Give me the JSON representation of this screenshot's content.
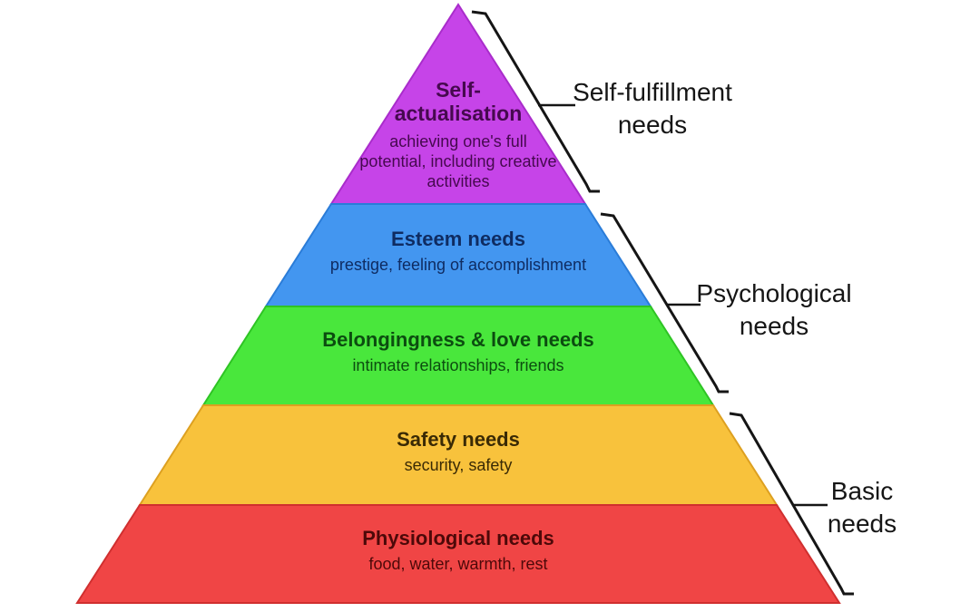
{
  "background": "#ffffff",
  "bracket_color": "#151515",
  "pyramid": {
    "levels": [
      {
        "name": "self-actualisation",
        "title": "Self-actualisation",
        "subtitle": "achieving one's full potential, including creative activities",
        "color": "#c644e8",
        "stroke": "#a92ccb",
        "text_color": "#46094f"
      },
      {
        "name": "esteem",
        "title": "Esteem needs",
        "subtitle": "prestige, feeling of accomplishment",
        "color": "#4396f0",
        "stroke": "#2a7cd8",
        "text_color": "#0f2c62"
      },
      {
        "name": "belongingness-love",
        "title": "Belongingness & love needs",
        "subtitle": "intimate relationships, friends",
        "color": "#49e73c",
        "stroke": "#2ec424",
        "text_color": "#0c4d10"
      },
      {
        "name": "safety",
        "title": "Safety needs",
        "subtitle": "security, safety",
        "color": "#f8c23c",
        "stroke": "#dda020",
        "text_color": "#3a2a05"
      },
      {
        "name": "physiological",
        "title": "Physiological needs",
        "subtitle": "food, water, warmth, rest",
        "color": "#f04545",
        "stroke": "#d02f2f",
        "text_color": "#4d0909"
      }
    ]
  },
  "groups": [
    {
      "name": "self-fulfillment",
      "label": "Self-fulfillment needs"
    },
    {
      "name": "psychological",
      "label": "Psychological needs"
    },
    {
      "name": "basic",
      "label": "Basic needs"
    }
  ]
}
